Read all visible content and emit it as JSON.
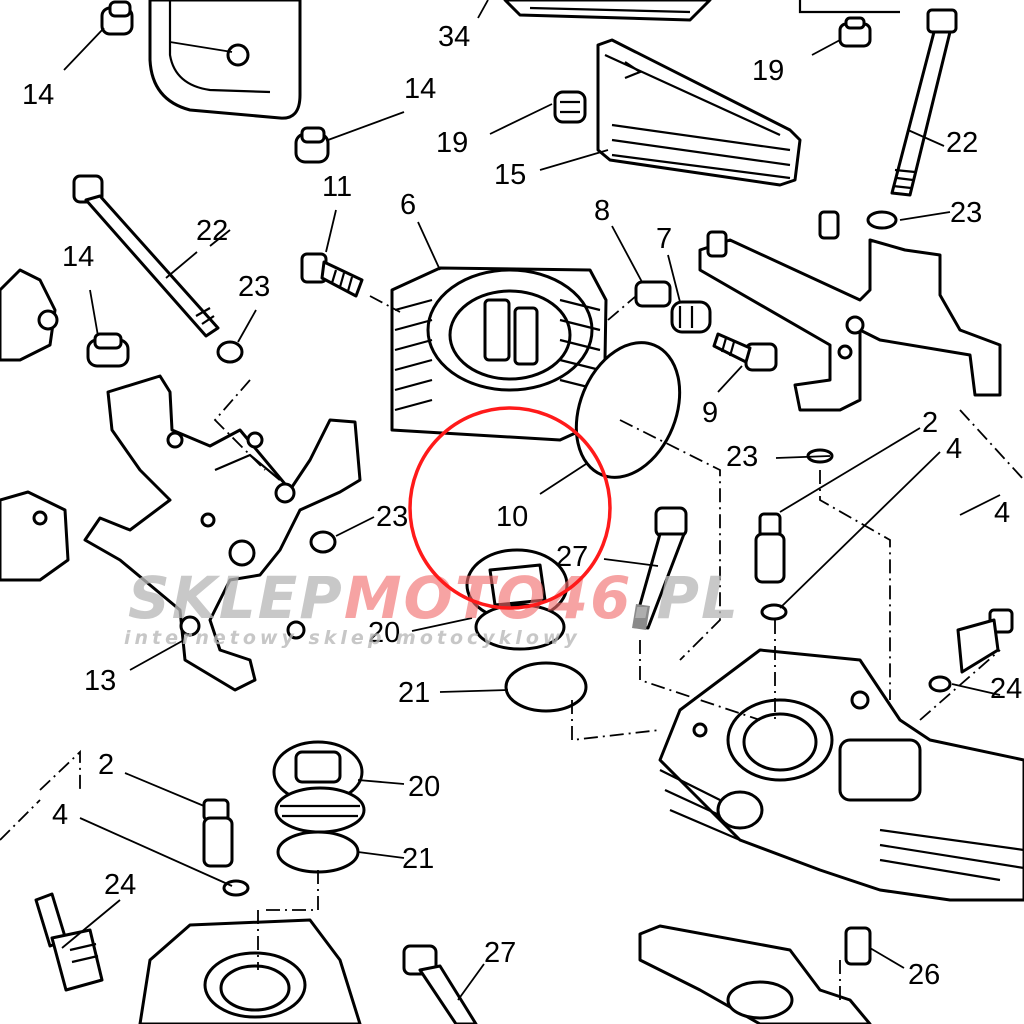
{
  "part_labels": [
    "34",
    "14",
    "14",
    "19",
    "19",
    "22",
    "22",
    "15",
    "11",
    "6",
    "8",
    "7",
    "14",
    "22",
    "23",
    "23",
    "9",
    "23",
    "23",
    "2",
    "4",
    "4",
    "10",
    "27",
    "20",
    "21",
    "13",
    "2",
    "4",
    "24",
    "20",
    "21",
    "24",
    "27",
    "26"
  ],
  "watermark": {
    "brand_part1": "SKLEP",
    "brand_part2": "MOTO",
    "brand_part3": "46",
    "brand_part4": ".PL",
    "tagline": "internetowy sklep motocyklowy"
  },
  "colors": {
    "line": "#000000",
    "highlight": "#ff1a1a",
    "watermark_gray": "#b9b9b9",
    "watermark_red": "#f06a6a"
  }
}
